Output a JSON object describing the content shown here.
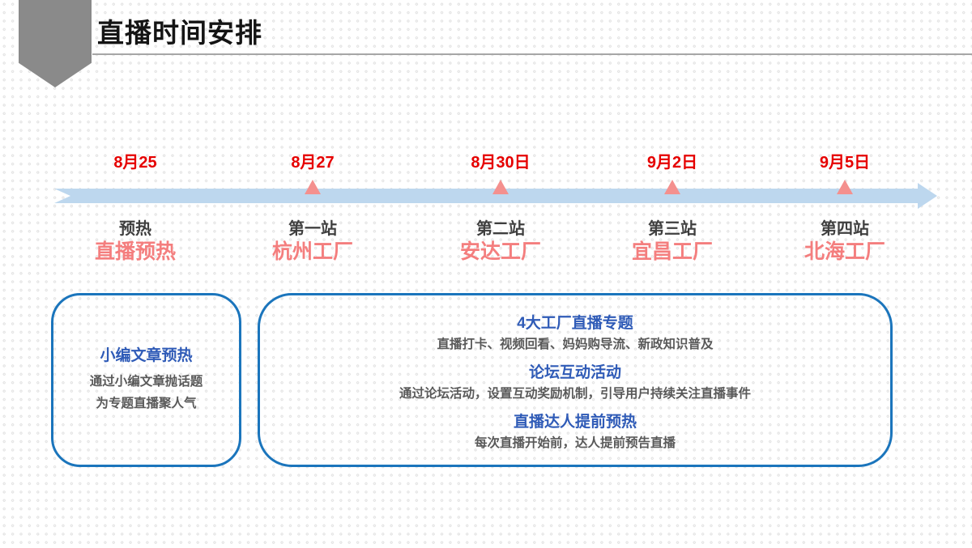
{
  "slide": {
    "title": "直播时间安排",
    "colors": {
      "date_red": "#e60000",
      "station_pink": "#f47e7e",
      "marker_pink": "#f4908e",
      "bar_blue": "#bdd7ee",
      "border_blue": "#1b75bc",
      "heading_blue": "#2f5bb7",
      "body_gray": "#595959",
      "label_dark": "#3f3f3f",
      "banner_gray": "#8a8a8a",
      "title_black": "#141414",
      "rule_gray": "#a6a6a6",
      "dot_gray": "#e3e3e3"
    }
  },
  "timeline": {
    "stops": [
      {
        "date": "8月25",
        "label": "预热",
        "name": "直播预热",
        "has_marker": false
      },
      {
        "date": "8月27",
        "label": "第一站",
        "name": "杭州工厂",
        "has_marker": true
      },
      {
        "date": "8月30日",
        "label": "第二站",
        "name": "安达工厂",
        "has_marker": true
      },
      {
        "date": "9月2日",
        "label": "第三站",
        "name": "宜昌工厂",
        "has_marker": true
      },
      {
        "date": "9月5日",
        "label": "第四站",
        "name": "北海工厂",
        "has_marker": true
      }
    ]
  },
  "left_box": {
    "heading": "小编文章预热",
    "lines": [
      "通过小编文章抛话题",
      "为专题直播聚人气"
    ]
  },
  "right_box": {
    "sections": [
      {
        "heading": "4大工厂直播专题",
        "detail": "直播打卡、视频回看、妈妈购导流、新政知识普及"
      },
      {
        "heading": "论坛互动活动",
        "detail": "通过论坛活动，设置互动奖励机制，引导用户持续关注直播事件"
      },
      {
        "heading": "直播达人提前预热",
        "detail": "每次直播开始前，达人提前预告直播"
      }
    ]
  }
}
